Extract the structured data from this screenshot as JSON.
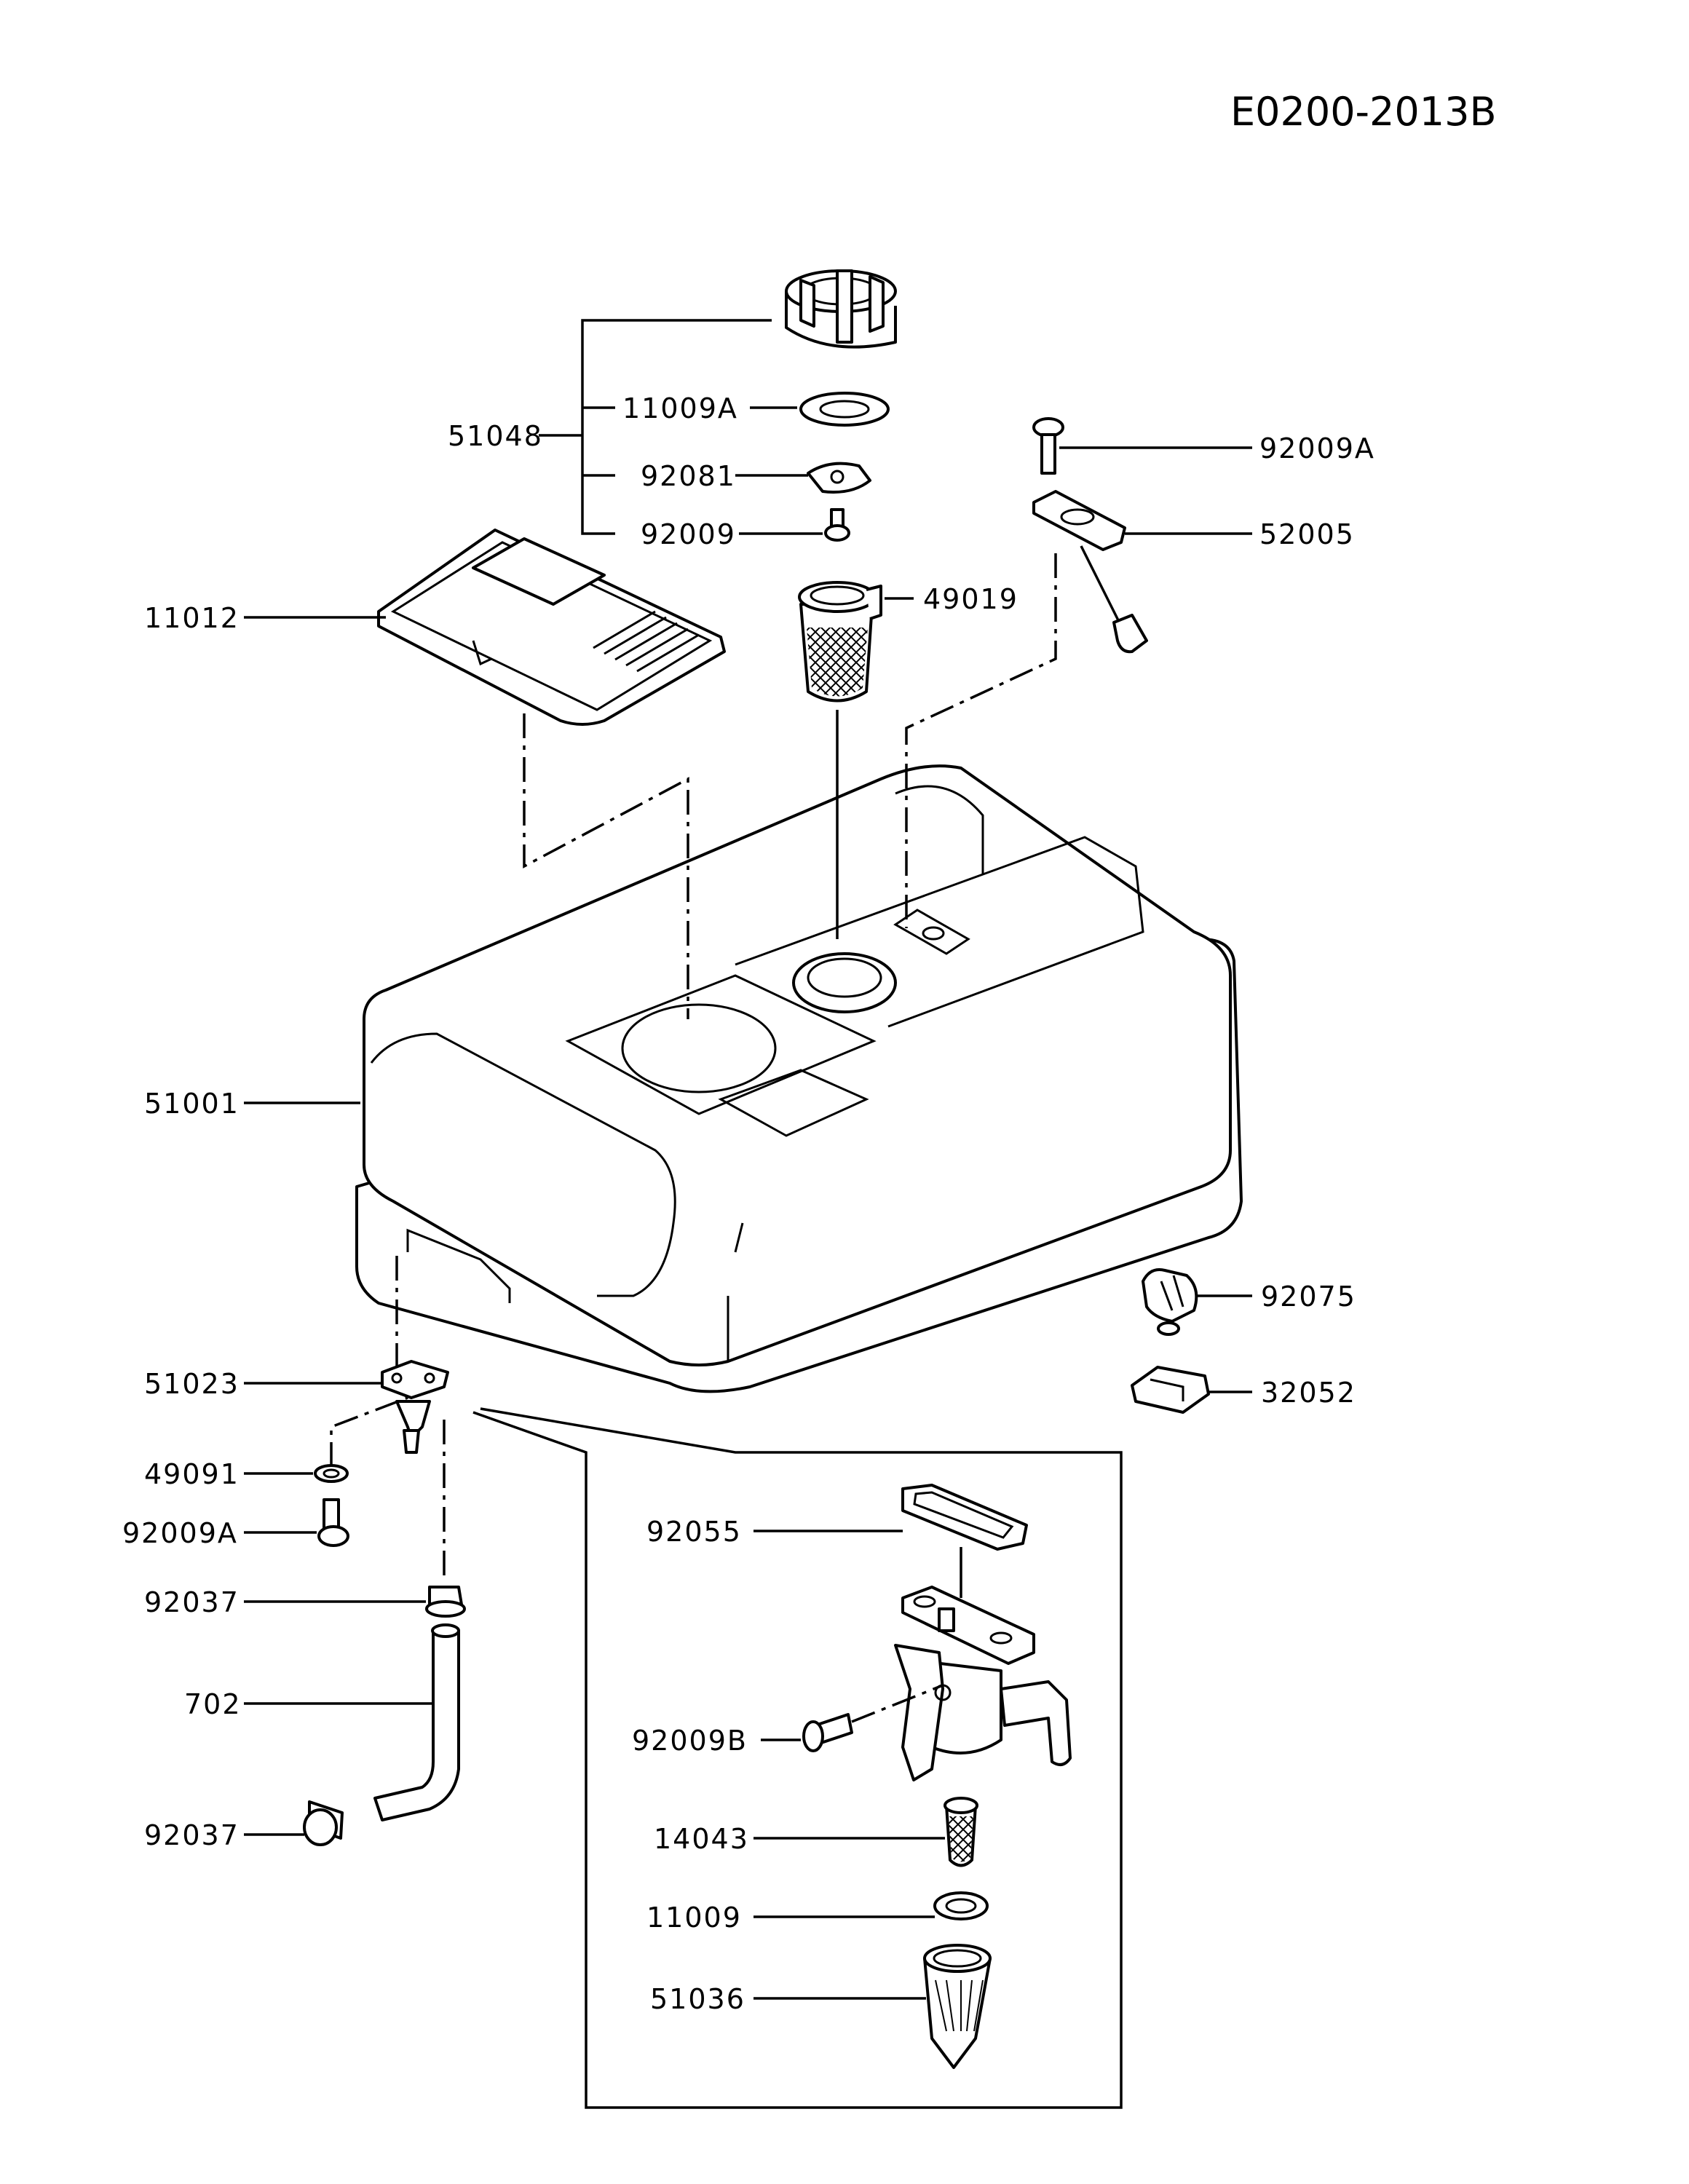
{
  "diagram": {
    "code": "E0200-2013B",
    "labels": [
      {
        "id": "51048",
        "text": "51048"
      },
      {
        "id": "11009A",
        "text": "11009A"
      },
      {
        "id": "92081",
        "text": "92081"
      },
      {
        "id": "92009",
        "text": "92009"
      },
      {
        "id": "92009A-top",
        "text": "92009A"
      },
      {
        "id": "52005",
        "text": "52005"
      },
      {
        "id": "11012",
        "text": "11012"
      },
      {
        "id": "49019",
        "text": "49019"
      },
      {
        "id": "51001",
        "text": "51001"
      },
      {
        "id": "92075",
        "text": "92075"
      },
      {
        "id": "32052",
        "text": "32052"
      },
      {
        "id": "51023",
        "text": "51023"
      },
      {
        "id": "49091",
        "text": "49091"
      },
      {
        "id": "92009A-left",
        "text": "92009A"
      },
      {
        "id": "92037-top",
        "text": "92037"
      },
      {
        "id": "702",
        "text": "702"
      },
      {
        "id": "92037-bottom",
        "text": "92037"
      },
      {
        "id": "92055",
        "text": "92055"
      },
      {
        "id": "92009B",
        "text": "92009B"
      },
      {
        "id": "14043",
        "text": "14043"
      },
      {
        "id": "11009",
        "text": "11009"
      },
      {
        "id": "51036",
        "text": "51036"
      }
    ]
  }
}
